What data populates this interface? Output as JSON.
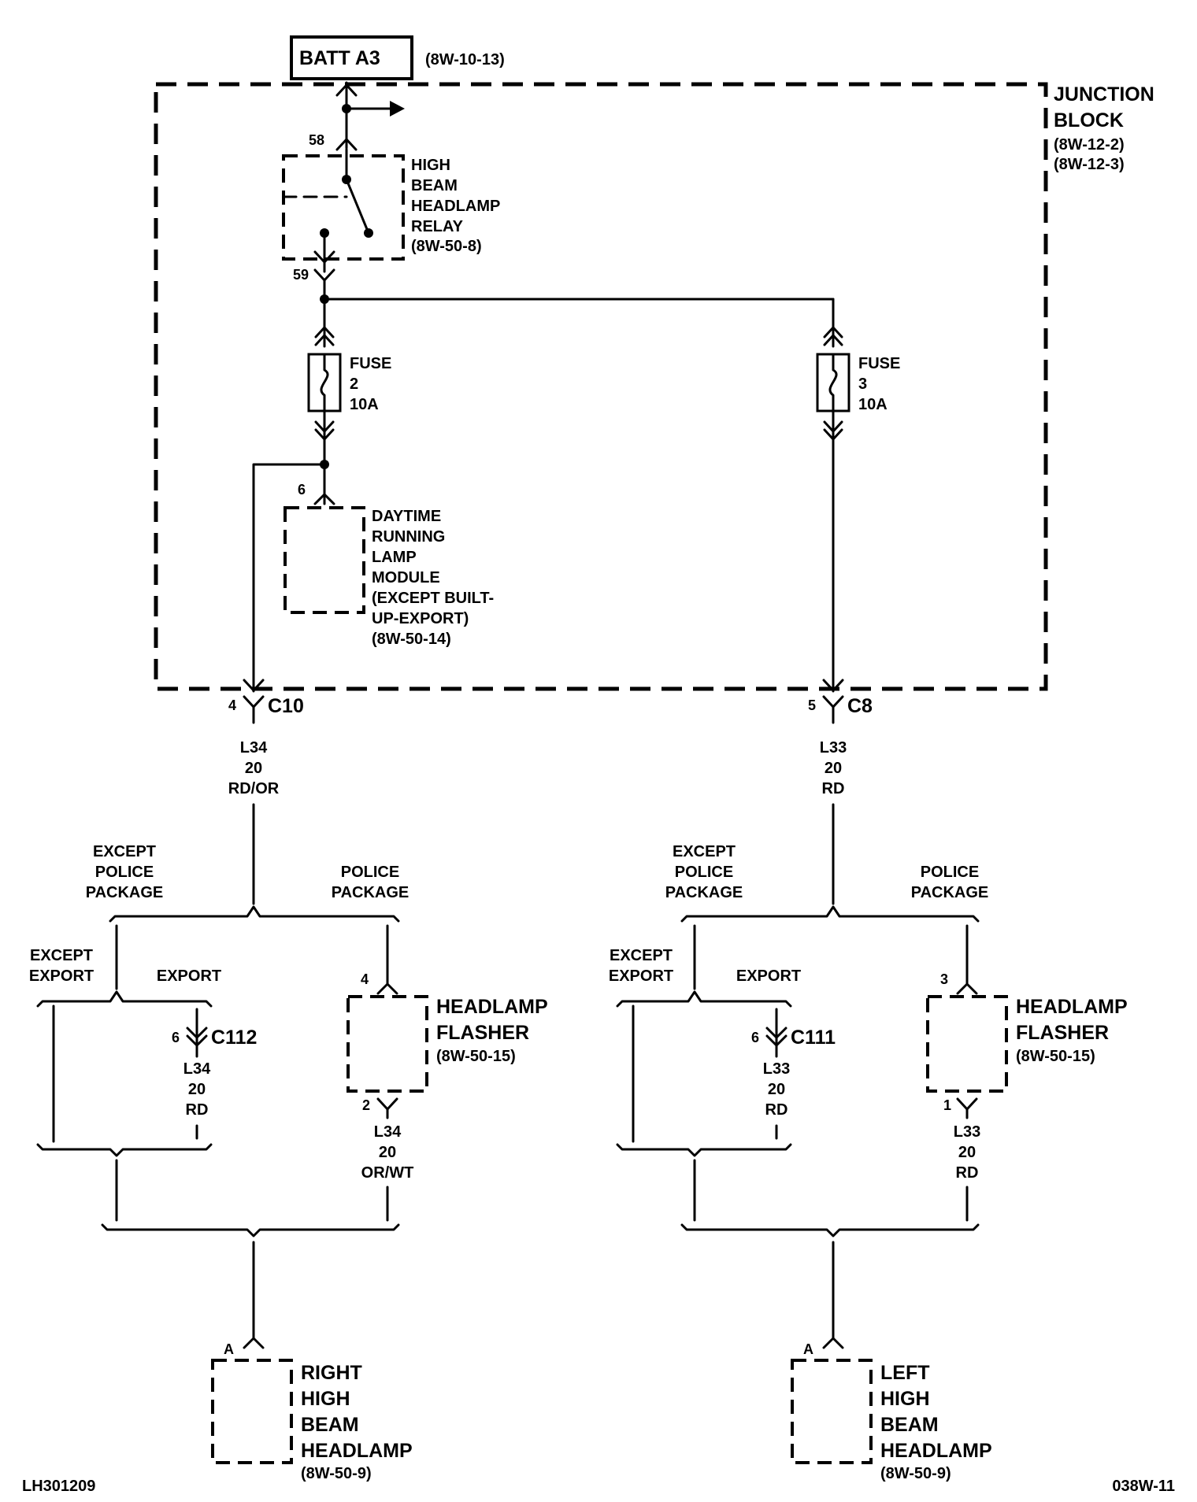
{
  "batt": {
    "label": "BATT A3",
    "ref": "(8W-10-13)"
  },
  "junction_block": {
    "title1": "JUNCTION",
    "title2": "BLOCK",
    "ref1": "(8W-12-2)",
    "ref2": "(8W-12-3)"
  },
  "relay": {
    "pin_in": "58",
    "pin_out": "59",
    "l1": "HIGH",
    "l2": "BEAM",
    "l3": "HEADLAMP",
    "l4": "RELAY",
    "ref": "(8W-50-8)"
  },
  "fuse2": {
    "l1": "FUSE",
    "l2": "2",
    "l3": "10A"
  },
  "fuse3": {
    "l1": "FUSE",
    "l2": "3",
    "l3": "10A"
  },
  "drl": {
    "pin": "6",
    "l1": "DAYTIME",
    "l2": "RUNNING",
    "l3": "LAMP",
    "l4": "MODULE",
    "l5": "(EXCEPT BUILT-",
    "l6": "UP-EXPORT)",
    "ref": "(8W-50-14)"
  },
  "c10": {
    "pin": "4",
    "name": "C10"
  },
  "c8": {
    "pin": "5",
    "name": "C8"
  },
  "wire_left_top": {
    "circuit": "L34",
    "gauge": "20",
    "color": "RD/OR"
  },
  "wire_right_top": {
    "circuit": "L33",
    "gauge": "20",
    "color": "RD"
  },
  "left": {
    "except_police1": "EXCEPT",
    "except_police2": "POLICE",
    "except_police3": "PACKAGE",
    "police1": "POLICE",
    "police2": "PACKAGE",
    "except_export1": "EXCEPT",
    "except_export2": "EXPORT",
    "export": "EXPORT",
    "conn_pin": "6",
    "conn_name": "C112",
    "conn_wire": {
      "circuit": "L34",
      "gauge": "20",
      "color": "RD"
    },
    "flasher_pin_in": "4",
    "flasher_pin_out": "2",
    "flasher_l1": "HEADLAMP",
    "flasher_l2": "FLASHER",
    "flasher_ref": "(8W-50-15)",
    "flasher_wire": {
      "circuit": "L34",
      "gauge": "20",
      "color": "OR/WT"
    },
    "lamp_pin": "A",
    "lamp_l1": "RIGHT",
    "lamp_l2": "HIGH",
    "lamp_l3": "BEAM",
    "lamp_l4": "HEADLAMP",
    "lamp_ref": "(8W-50-9)"
  },
  "right": {
    "except_police1": "EXCEPT",
    "except_police2": "POLICE",
    "except_police3": "PACKAGE",
    "police1": "POLICE",
    "police2": "PACKAGE",
    "except_export1": "EXCEPT",
    "except_export2": "EXPORT",
    "export": "EXPORT",
    "conn_pin": "6",
    "conn_name": "C111",
    "conn_wire": {
      "circuit": "L33",
      "gauge": "20",
      "color": "RD"
    },
    "flasher_pin_in": "3",
    "flasher_pin_out": "1",
    "flasher_l1": "HEADLAMP",
    "flasher_l2": "FLASHER",
    "flasher_ref": "(8W-50-15)",
    "flasher_wire": {
      "circuit": "L33",
      "gauge": "20",
      "color": "RD"
    },
    "lamp_pin": "A",
    "lamp_l1": "LEFT",
    "lamp_l2": "HIGH",
    "lamp_l3": "BEAM",
    "lamp_l4": "HEADLAMP",
    "lamp_ref": "(8W-50-9)"
  },
  "footer": {
    "left_code": "LH301209",
    "right_code": "038W-11"
  }
}
